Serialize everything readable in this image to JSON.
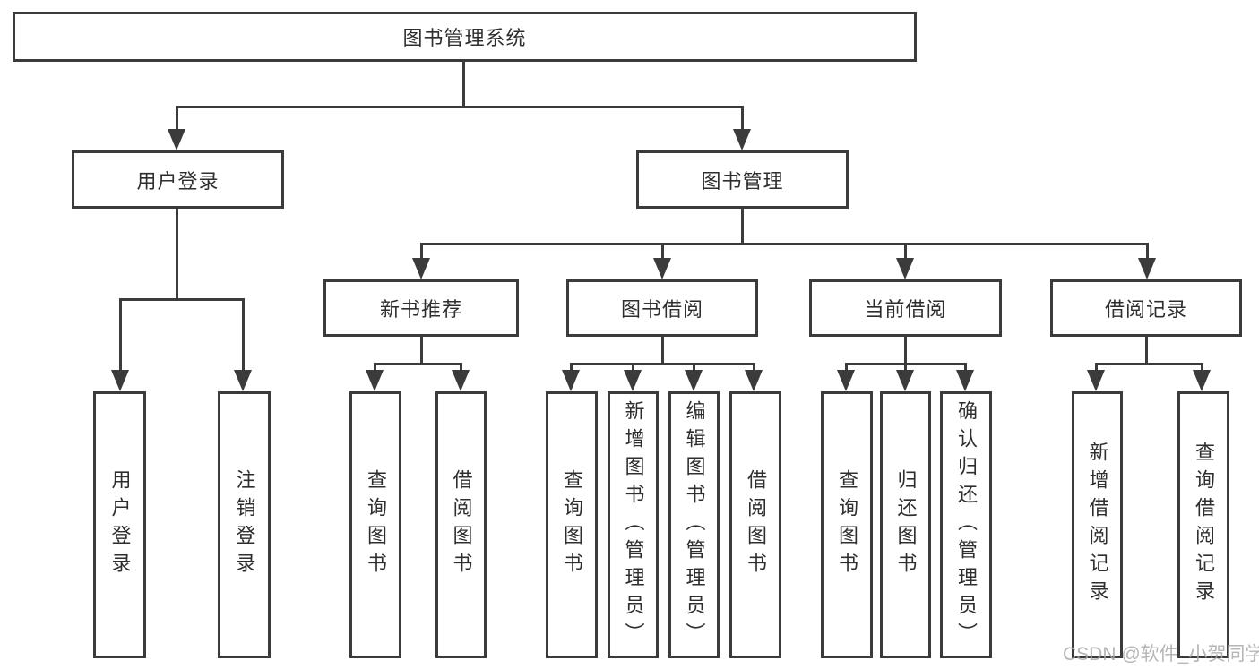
{
  "diagram": {
    "root_label": "图书管理系统",
    "login_branch": {
      "label": "用户登录",
      "children": [
        "用户登录",
        "注销登录"
      ]
    },
    "management_branch": {
      "label": "图书管理",
      "groups": [
        {
          "label": "新书推荐",
          "children": [
            "查询图书",
            "借阅图书"
          ]
        },
        {
          "label": "图书借阅",
          "children": [
            "查询图书",
            "新增图书（管理员）",
            "编辑图书（管理员）",
            "借阅图书"
          ]
        },
        {
          "label": "当前借阅",
          "children": [
            "查询图书",
            "归还图书",
            "确认归还（管理员）"
          ]
        },
        {
          "label": "借阅记录",
          "children": [
            "新增借阅记录",
            "查询借阅记录"
          ]
        }
      ]
    },
    "colors": {
      "line": "#3b3b3b",
      "watermark": "#a8a8a8"
    },
    "watermark": "CSDN @软件_小贺同学"
  }
}
